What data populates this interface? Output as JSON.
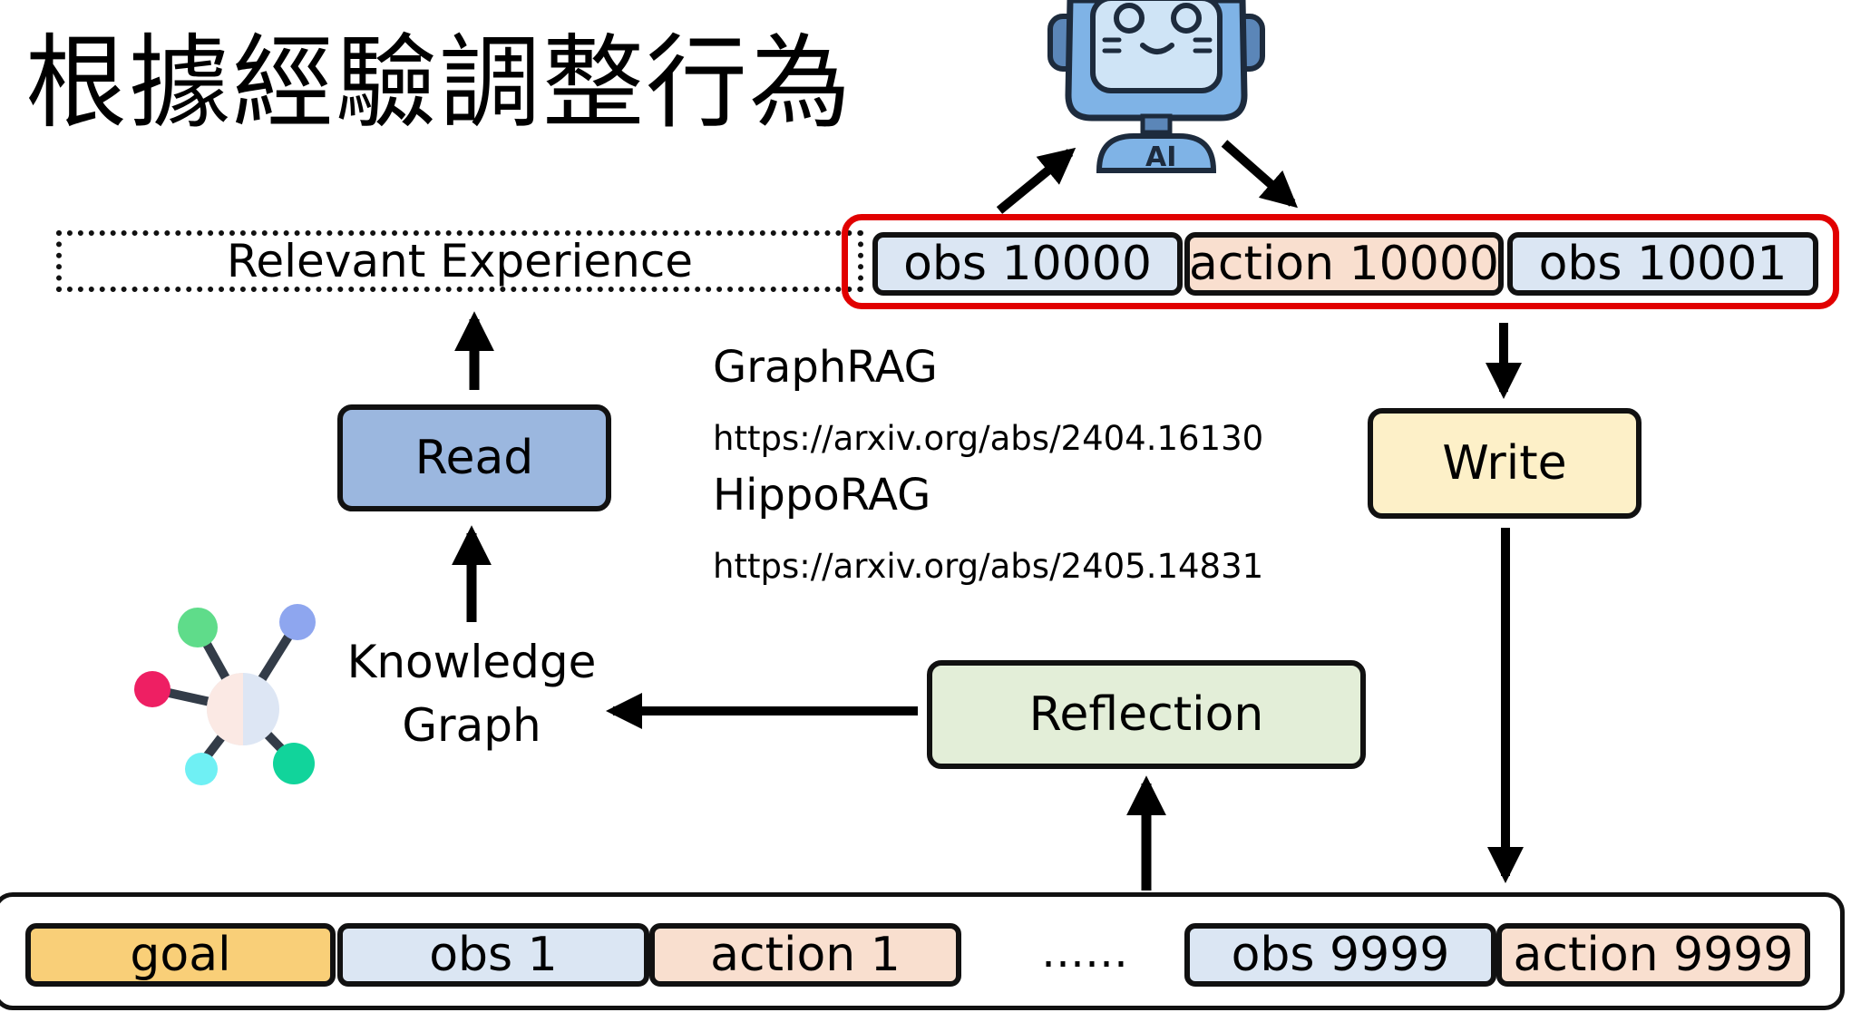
{
  "title": "根據經驗調整行為",
  "relevant_experience": "Relevant Experience",
  "current_steps": [
    "obs 10000",
    "action 10000",
    "obs 10001"
  ],
  "read": "Read",
  "write": "Write",
  "reflection": "Reflection",
  "knowledge_graph": {
    "line1": "Knowledge",
    "line2": "Graph"
  },
  "refs": [
    {
      "name": "GraphRAG",
      "url": "https://arxiv.org/abs/2404.16130"
    },
    {
      "name": "HippoRAG",
      "url": "https://arxiv.org/abs/2405.14831"
    }
  ],
  "memory": {
    "items": [
      "goal",
      "obs 1",
      "action 1",
      "obs 9999",
      "action 9999"
    ],
    "ellipsis": "……"
  },
  "robot_badge": "AI",
  "colors": {
    "highlight": "#e10000",
    "obs": "#dbe6f3",
    "action": "#f9dfcf",
    "goal": "#f9cf78",
    "read": "#9bb7df",
    "write": "#fdf0c8",
    "reflection": "#e3eed8"
  },
  "icons": [
    "robot-icon",
    "knowledge-graph-icon"
  ]
}
